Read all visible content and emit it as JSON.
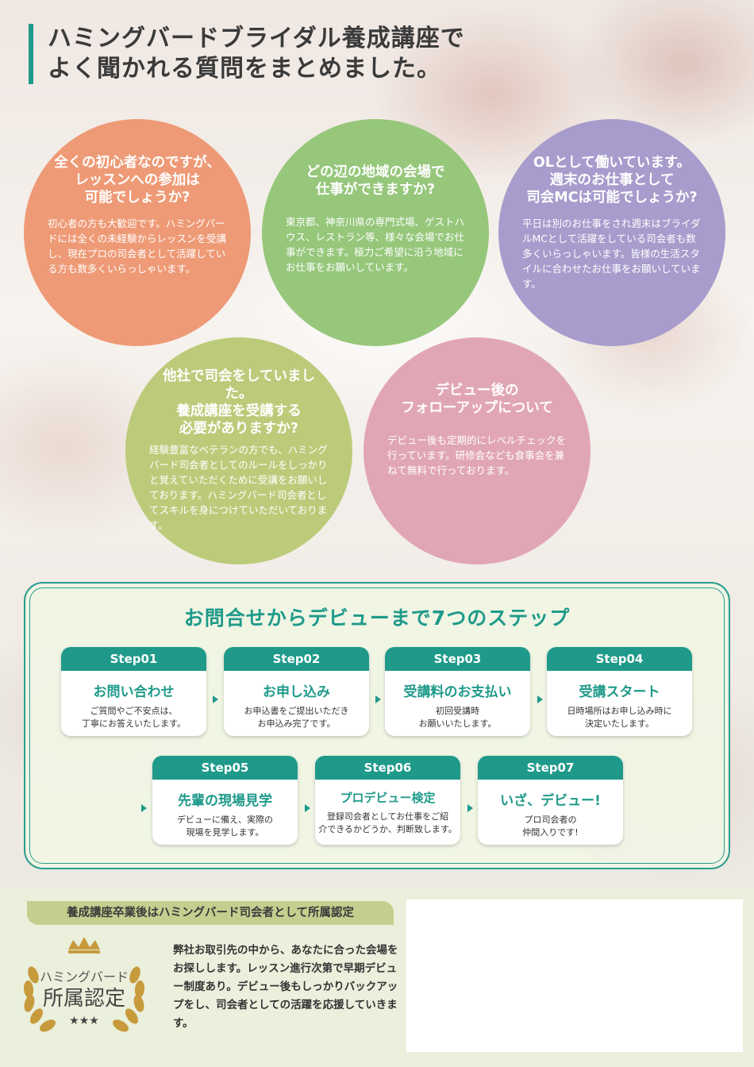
{
  "title": {
    "line1": "ハミングバードブライダル養成講座で",
    "line2": "よく聞かれる質問をまとめました。"
  },
  "faq": [
    {
      "q1": "全くの初心者なのですが、",
      "q2": "レッスンへの参加は",
      "q3": "可能でしょうか?",
      "answer": "初心者の方も大歓迎です。ハミングバードには全くの未経験からレッスンを受講し、現在プロの司会者として活躍している方も数多くいらっしゃいます。"
    },
    {
      "q1": "どの辺の地域の会場で",
      "q2": "仕事ができますか?",
      "q3": "",
      "answer": "東京都、神奈川県の専門式場、ゲストハウス、レストラン等、様々な会場でお仕事ができます。極力ご希望に沿う地域にお仕事をお願いしています。"
    },
    {
      "q1": "OLとして働いています。",
      "q2": "週末のお仕事として",
      "q3": "司会MCは可能でしょうか?",
      "answer": "平日は別のお仕事をされ週末はブライダルMCとして活躍をしている司会者も数多くいらっしゃいます。皆様の生活スタイルに合わせたお仕事をお願いしています。"
    },
    {
      "q1": "他社で司会をしていました。",
      "q2": "養成講座を受講する",
      "q3": "必要がありますか?",
      "answer": "経験豊富なベテランの方でも、ハミングバード司会者としてのルールをしっかりと覚えていただくために受講をお願いしております。ハミングバード司会者としてスキルを身につけていただいております。"
    },
    {
      "q1": "デビュー後の",
      "q2": "フォローアップについて",
      "q3": "",
      "answer": "デビュー後も定期的にレベルチェックを行っています。研修会なども食事会を兼ねて無料で行っております。"
    }
  ],
  "steps_section": {
    "title": "お問合せからデビューまで7つのステップ",
    "steps": [
      {
        "label": "Step01",
        "name": "お問い合わせ",
        "d1": "ご質問やご不安点は、",
        "d2": "丁寧にお答えいたします。"
      },
      {
        "label": "Step02",
        "name": "お申し込み",
        "d1": "お申込書をご提出いただき",
        "d2": "お申込み完了です。"
      },
      {
        "label": "Step03",
        "name": "受講料のお支払い",
        "d1": "初回受講時",
        "d2": "お願いいたします。"
      },
      {
        "label": "Step04",
        "name": "受講スタート",
        "d1": "日時場所はお申し込み時に",
        "d2": "決定いたします。"
      },
      {
        "label": "Step05",
        "name": "先輩の現場見学",
        "d1": "デビューに備え、実際の",
        "d2": "現場を見学します。"
      },
      {
        "label": "Step06",
        "name": "プロデビュー検定",
        "d1": "登録司会者としてお仕事をご紹",
        "d2": "介できるかどうか、判断致します。"
      },
      {
        "label": "Step07",
        "name": "いざ、デビュー!",
        "d1": "プロ司会者の",
        "d2": "仲間入りです!"
      }
    ]
  },
  "certification": {
    "banner": "養成講座卒業後はハミングバード司会者として所属認定",
    "emblem_line1": "ハミングバード",
    "emblem_line2": "所属認定",
    "text": "弊社お取引先の中から、あなたに合った会場をお探しします。レッスン進行次第で早期デビュー制度あり。デビュー後もしっかりバックアップをし、司会者としての活躍を応援していきます。"
  },
  "colors": {
    "teal": "#1f9a8a",
    "orange": "#ee9a76",
    "green": "#96c77b",
    "purple": "#a79ccc",
    "olive": "#bccb7a",
    "pink": "#e1a6b6"
  }
}
